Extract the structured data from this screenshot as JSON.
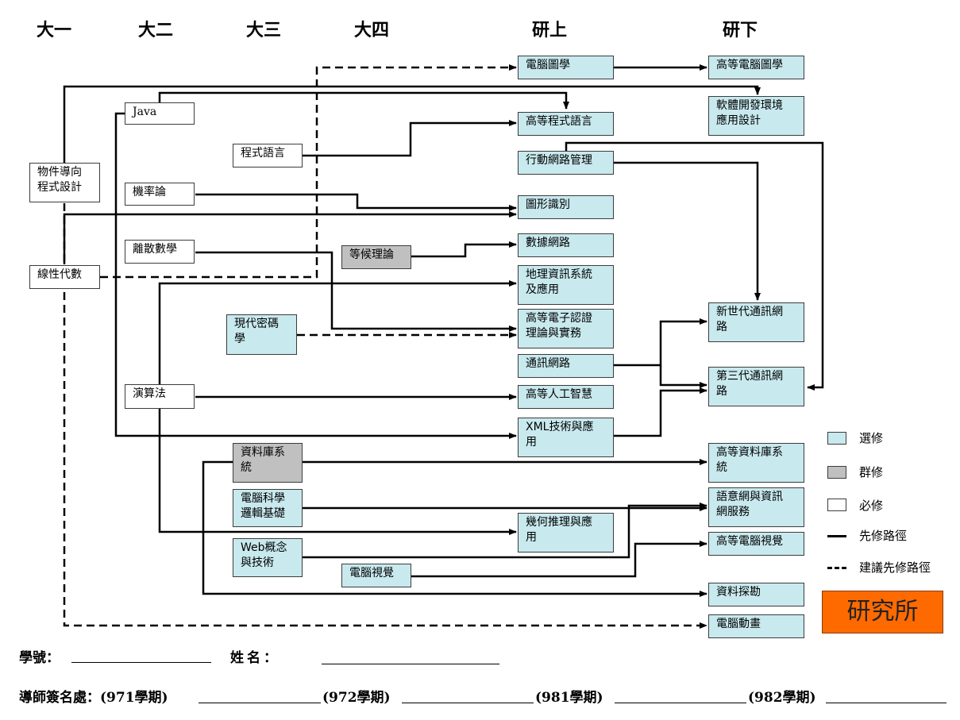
{
  "years": {
    "y1": "大一",
    "y2": "大二",
    "y3": "大三",
    "y4": "大四",
    "g1": "研上",
    "g2": "研下"
  },
  "courses": {
    "oop": "物件導向\n程式設計",
    "linalg": "線性代數",
    "java": "Java",
    "prob": "機率論",
    "discrete": "離散數學",
    "algo": "演算法",
    "proglang": "程式語言",
    "crypto": "現代密碼\n學",
    "queue": "等候理論",
    "db": "資料庫系\n統",
    "cslogic": "電腦科學\n邏輯基礎",
    "web": "Web概念\n與技術",
    "cv": "電腦視覺",
    "graphics": "電腦圖學",
    "advprog": "高等程式語言",
    "mobile": "行動網路管理",
    "pattern": "圖形識別",
    "datanet": "數據網路",
    "gis": "地理資訊系統\n及應用",
    "ecert": "高等電子認證\n理論與實務",
    "commnet": "通訊網路",
    "ai": "高等人工智慧",
    "xml": "XML技術與應\n用",
    "geom": "幾何推理與應\n用",
    "advgraphics": "高等電腦圖學",
    "swenv": "軟體開發環境\n應用設計",
    "nextgen": "新世代通訊網\n路",
    "g3": "第三代通訊網\n路",
    "advdb": "高等資料庫系\n統",
    "semweb": "語意網與資訊\n網服務",
    "advcv": "高等電腦視覺",
    "mining": "資料探勘",
    "anim": "電腦動畫"
  },
  "legend": {
    "elective": "選修",
    "group": "群修",
    "required": "必修",
    "prereq": "先修路徑",
    "suggested": "建議先修路徑"
  },
  "grad_label": "研究所",
  "footer": {
    "student_id": "學號：",
    "name": "姓名：",
    "advisor": "導師簽名處：(971學期)",
    "sem972": "(972學期)",
    "sem981": "(981學期)",
    "sem982": "(982學期)"
  },
  "colors": {
    "elective": "#c8e9ee",
    "group": "#c0c0c0",
    "required": "#ffffff",
    "grad_box": "#ff6a00"
  }
}
